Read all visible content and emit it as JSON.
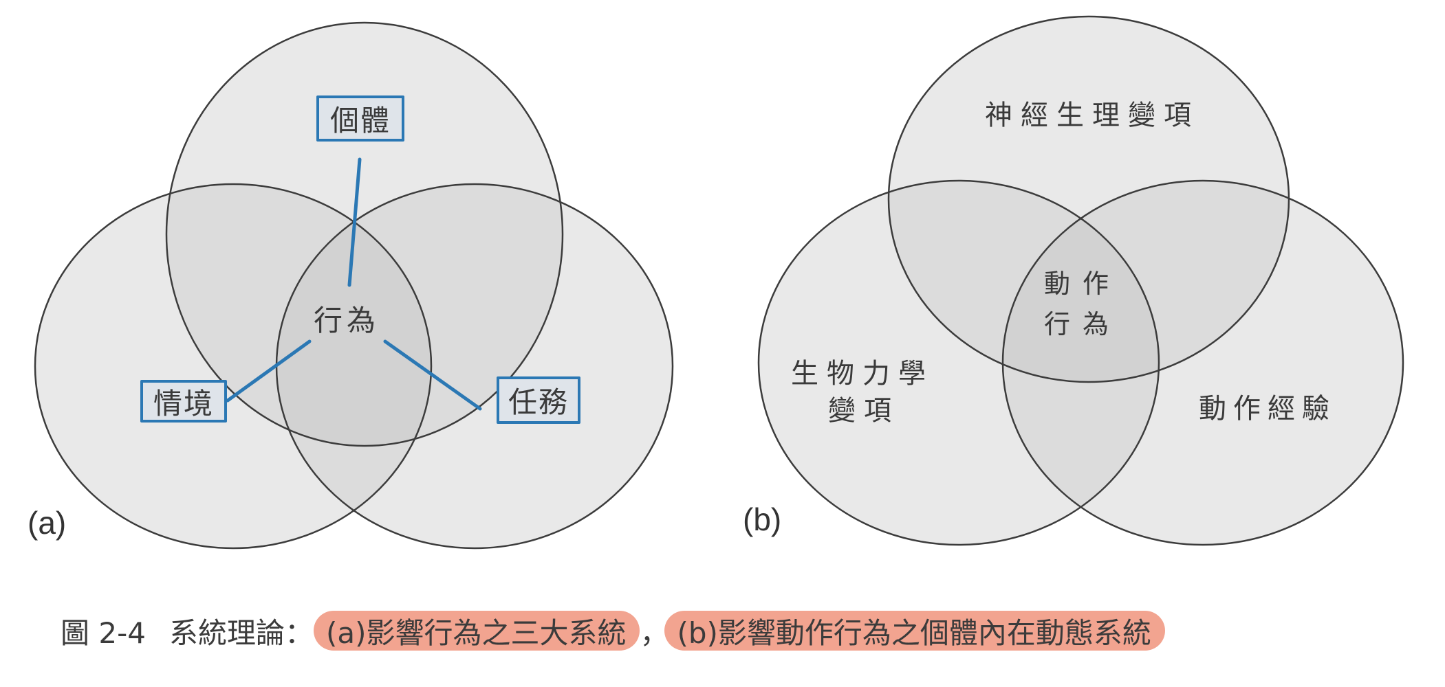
{
  "figure_a": {
    "panel_label": "(a)",
    "center_label": "行為",
    "systems": [
      {
        "id": "individual",
        "label": "個體"
      },
      {
        "id": "environment",
        "label": "情境"
      },
      {
        "id": "task",
        "label": "任務"
      }
    ],
    "colors": {
      "box_border": "#2b78b4",
      "box_fill": "#dfe4ea",
      "connector": "#2b78b4",
      "circle_fill": "#e8e8e8",
      "circle_stroke": "#3c3c3c"
    }
  },
  "figure_b": {
    "panel_label": "(b)",
    "center_label_line1": "動作",
    "center_label_line2": "行為",
    "sets": [
      {
        "id": "neuro",
        "label": "神經生理變項"
      },
      {
        "id": "biomech",
        "label_line1": "生物力學",
        "label_line2": "變項"
      },
      {
        "id": "experience",
        "label": "動作經驗"
      }
    ]
  },
  "caption": {
    "figure_number": "圖 2-4",
    "title": "系統理論：",
    "part_a": "(a)影響行為之三大系統",
    "separator": "，",
    "part_b": "(b)影響動作行為之個體內在動態系統",
    "highlight_color": "#f2a490"
  }
}
